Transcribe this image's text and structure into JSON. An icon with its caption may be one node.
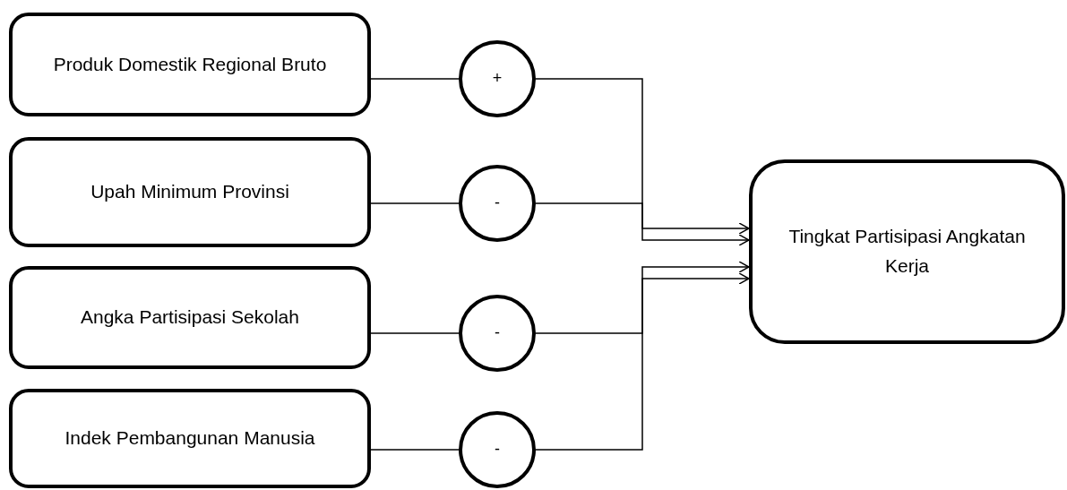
{
  "diagram": {
    "nodes": [
      {
        "text": [
          "Produk Domestik Regional Bruto"
        ]
      },
      {
        "text": [
          "Upah Minimum Provinsi"
        ]
      },
      {
        "text": [
          "Angka Partisipasi Sekolah"
        ]
      },
      {
        "text": [
          "Indek Pembangunan Manusia"
        ]
      },
      {
        "text": [
          "+"
        ]
      },
      {
        "text": [
          "-"
        ]
      },
      {
        "text": [
          "-"
        ]
      },
      {
        "text": [
          "-"
        ]
      },
      {
        "text": [
          "Tingkat Partisipasi Angkatan Kerja"
        ]
      }
    ],
    "edges": [
      {
        "from": 0,
        "to": 4,
        "arrow": "none"
      },
      {
        "from": 1,
        "to": 5,
        "arrow": "none"
      },
      {
        "from": 2,
        "to": 6,
        "arrow": "none"
      },
      {
        "from": 3,
        "to": 7,
        "arrow": "none"
      },
      {
        "from": 4,
        "to": 8,
        "arrow": "to"
      },
      {
        "from": 5,
        "to": 8,
        "arrow": "to"
      },
      {
        "from": 6,
        "to": 8,
        "arrow": "to"
      },
      {
        "from": 7,
        "to": 8,
        "arrow": "to"
      }
    ]
  }
}
